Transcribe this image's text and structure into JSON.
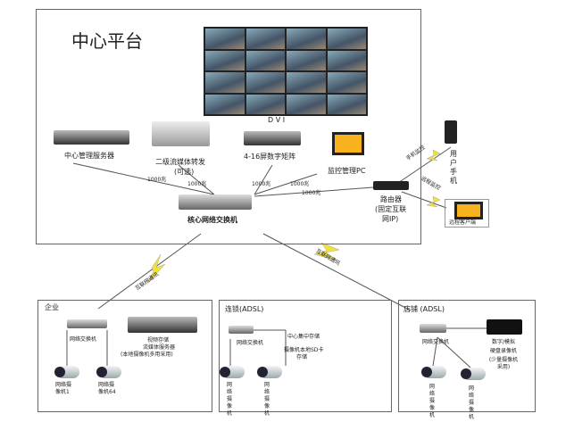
{
  "central": {
    "title": "中心平台",
    "dvi": "D V I",
    "mgmt_server": "中心管理服务器",
    "stream_fwd": "二级流媒体转发",
    "stream_fwd_opt": "(可选)",
    "matrix": "4-16屏数字矩阵",
    "monitor_pc": "监控管理PC",
    "core_switch": "核心网络交换机",
    "link1": "1000兆",
    "link2": "1000兆",
    "link3": "1000兆",
    "link4": "1000兆",
    "link5": "1000兆",
    "router": "路由器",
    "router_sub1": "(固定互联",
    "router_sub2": "网IP)"
  },
  "remote": {
    "phone_link": "手机监控",
    "phone": "用户手机",
    "client_link": "远程监控",
    "client": "远程客户端"
  },
  "links": {
    "left": "互联网通讯",
    "right": "互联网通讯"
  },
  "enterprise": {
    "title": "企业",
    "switch": "网络交换机",
    "storage1": "视频存储",
    "storage2": "流媒体服务器",
    "storage3": "(本地摄像机多用采用)",
    "cam1a": "网络摄",
    "cam1b": "像机1",
    "cam2a": "网络摄",
    "cam2b": "像机64"
  },
  "chain": {
    "title": "连锁(ADSL)",
    "switch": "网络交换机",
    "note1": "中心集中存储",
    "note2": "摄像机本地SD卡",
    "note3": "存储",
    "cam1": "网络摄像机",
    "cam2": "网络摄像机"
  },
  "store": {
    "title": "店铺 (ADSL)",
    "switch": "网络交换机",
    "dvr1": "数字/模拟",
    "dvr2": "硬盘录像机",
    "dvr3": "(少量摄像机采用)",
    "cam1": "网络摄像机",
    "cam2": "网络摄像机"
  }
}
